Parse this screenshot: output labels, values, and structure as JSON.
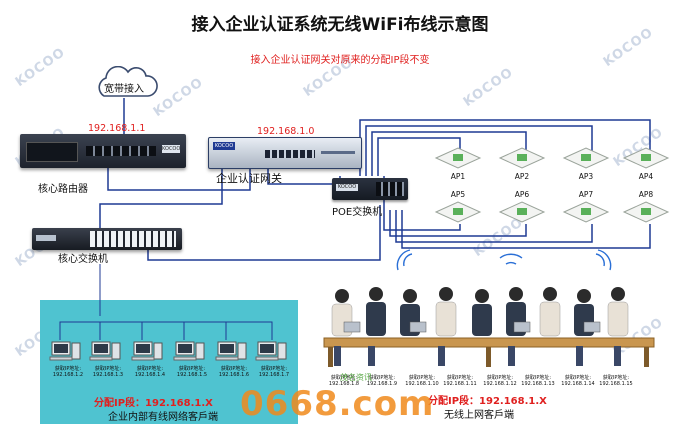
{
  "title": "接入企业认证系统无线WiFi布线示意图",
  "subtitle": "接入企业认证网关对原来的分配IP段不变",
  "watermark": "KOCOO",
  "brand_tag": "KOCOO",
  "cloud": {
    "label": "宽带接入"
  },
  "core_router": {
    "ip": "192.168.1.1",
    "label": "核心路由器"
  },
  "gateway": {
    "ip": "192.168.1.0",
    "label": "企业认证网关"
  },
  "poe_switch": {
    "label": "POE交换机"
  },
  "core_switch": {
    "label": "核心交换机"
  },
  "access_points": [
    {
      "label": "AP1"
    },
    {
      "label": "AP2"
    },
    {
      "label": "AP3"
    },
    {
      "label": "AP4"
    },
    {
      "label": "AP5"
    },
    {
      "label": "AP6"
    },
    {
      "label": "AP7"
    },
    {
      "label": "AP8"
    }
  ],
  "wired_clients": [
    {
      "caption": "获取IP地址:",
      "ip": "192.168.1.2"
    },
    {
      "caption": "获取IP地址:",
      "ip": "192.168.1.3"
    },
    {
      "caption": "获取IP地址:",
      "ip": "192.168.1.4"
    },
    {
      "caption": "获取IP地址:",
      "ip": "192.168.1.5"
    },
    {
      "caption": "获取IP地址:",
      "ip": "192.168.1.6"
    },
    {
      "caption": "获取IP地址:",
      "ip": "192.168.1.7"
    }
  ],
  "wired_section": {
    "ip_range": "分配IP段：192.168.1.X",
    "label": "企业内部有线网络客戶端"
  },
  "wireless_clients": [
    {
      "caption": "获取IP地址:",
      "ip": "192.168.1.8"
    },
    {
      "caption": "获取IP地址:",
      "ip": "192.168.1.9"
    },
    {
      "caption": "获取IP地址:",
      "ip": "192.168.1.10"
    },
    {
      "caption": "获取IP地址:",
      "ip": "192.168.1.11"
    },
    {
      "caption": "获取IP地址:",
      "ip": "192.168.1.12"
    },
    {
      "caption": "获取IP地址:",
      "ip": "192.168.1.13"
    },
    {
      "caption": "获取IP地址:",
      "ip": "192.168.1.14"
    },
    {
      "caption": "获取IP地址:",
      "ip": "192.168.1.15"
    }
  ],
  "wireless_section": {
    "ip_range": "分配IP段：192.168.1.X",
    "label": "无线上网客戶端"
  },
  "site_watermark": {
    "text": "0668.com",
    "small": "茂名资讯"
  },
  "colors": {
    "link_blue": "#1f3a93",
    "accent_red": "#e0201f",
    "panel_cyan": "#4fc3d0",
    "watermark_orange": "#f08a1c"
  }
}
